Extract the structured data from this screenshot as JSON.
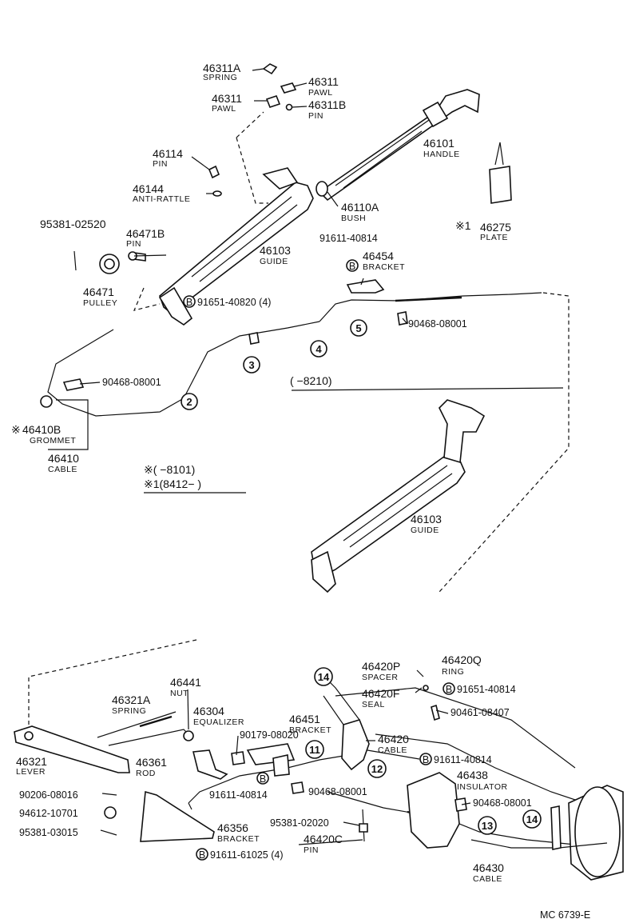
{
  "labels": {
    "p46311A": {
      "num": "46311A",
      "name": "SPRING"
    },
    "p46311a": {
      "num": "46311",
      "name": "PAWL"
    },
    "p46311b": {
      "num": "46311",
      "name": "PAWL"
    },
    "p46311B": {
      "num": "46311B",
      "name": "PIN"
    },
    "p46101": {
      "num": "46101",
      "name": "HANDLE"
    },
    "p46114": {
      "num": "46114",
      "name": "PIN"
    },
    "p46144": {
      "num": "46144",
      "name": "ANTI-RATTLE"
    },
    "p46110A": {
      "num": "46110A",
      "name": "BUSH"
    },
    "p46275": {
      "num": "46275",
      "name": "PLATE"
    },
    "p95381a": {
      "num": "95381-02520"
    },
    "p46471B": {
      "num": "46471B",
      "name": "PIN"
    },
    "p46103a": {
      "num": "46103",
      "name": "GUIDE"
    },
    "p91611a": {
      "num": "91611-40814"
    },
    "p46454": {
      "num": "46454",
      "name": "BRACKET"
    },
    "p46471": {
      "num": "46471",
      "name": "PULLEY"
    },
    "p91651a": {
      "num": "91651-40820 (4)"
    },
    "p90468a": {
      "num": "90468-08001"
    },
    "p90468b": {
      "num": "90468-08001"
    },
    "p46410B": {
      "num": "46410B",
      "name": "GROMMET"
    },
    "p46410": {
      "num": "46410",
      "name": "CABLE"
    },
    "p46103b": {
      "num": "46103",
      "name": "GUIDE"
    },
    "p46441": {
      "num": "46441",
      "name": "NUT"
    },
    "p46321A": {
      "num": "46321A",
      "name": "SPRING"
    },
    "p46304": {
      "num": "46304",
      "name": "EQUALIZER"
    },
    "p90179": {
      "num": "90179-08020"
    },
    "p46451": {
      "num": "46451",
      "name": "BRACKET"
    },
    "p46420P": {
      "num": "46420P",
      "name": "SPACER"
    },
    "p46420Q": {
      "num": "46420Q",
      "name": "RING"
    },
    "p46420F": {
      "num": "46420F",
      "name": "SEAL"
    },
    "p91651b": {
      "num": "91651-40814"
    },
    "p90461": {
      "num": "90461-08407"
    },
    "p46420": {
      "num": "46420",
      "name": "CABLE"
    },
    "p91611b": {
      "num": "91611-40814"
    },
    "p46321": {
      "num": "46321",
      "name": "LEVER"
    },
    "p46361": {
      "num": "46361",
      "name": "ROD"
    },
    "p91611c": {
      "num": "91611-40814"
    },
    "p90468c": {
      "num": "90468-08001"
    },
    "p46438": {
      "num": "46438",
      "name": "INSULATOR"
    },
    "p90468d": {
      "num": "90468-08001"
    },
    "p90206": {
      "num": "90206-08016"
    },
    "p94612": {
      "num": "94612-10701"
    },
    "p95381b": {
      "num": "95381-02020"
    },
    "p95381c": {
      "num": "95381-03015"
    },
    "p46356": {
      "num": "46356",
      "name": "BRACKET"
    },
    "p46420C": {
      "num": "46420C",
      "name": "PIN"
    },
    "p91611d": {
      "num": "91611-61025 (4)"
    },
    "p46430": {
      "num": "46430",
      "name": "CABLE"
    }
  },
  "notes": {
    "range_8210": "(      −8210)",
    "range_8101": "※(      −8101)",
    "range_8412": "※1(8412−      )",
    "mark_46410B": "※",
    "mark_46275": "※1",
    "drawing_id": "MC  6739-E"
  },
  "callouts": {
    "c2": "2",
    "c3": "3",
    "c4": "4",
    "c5": "5",
    "c11": "11",
    "c12": "12",
    "c13": "13",
    "c14a": "14",
    "c14b": "14"
  },
  "bolt_mark": "B"
}
